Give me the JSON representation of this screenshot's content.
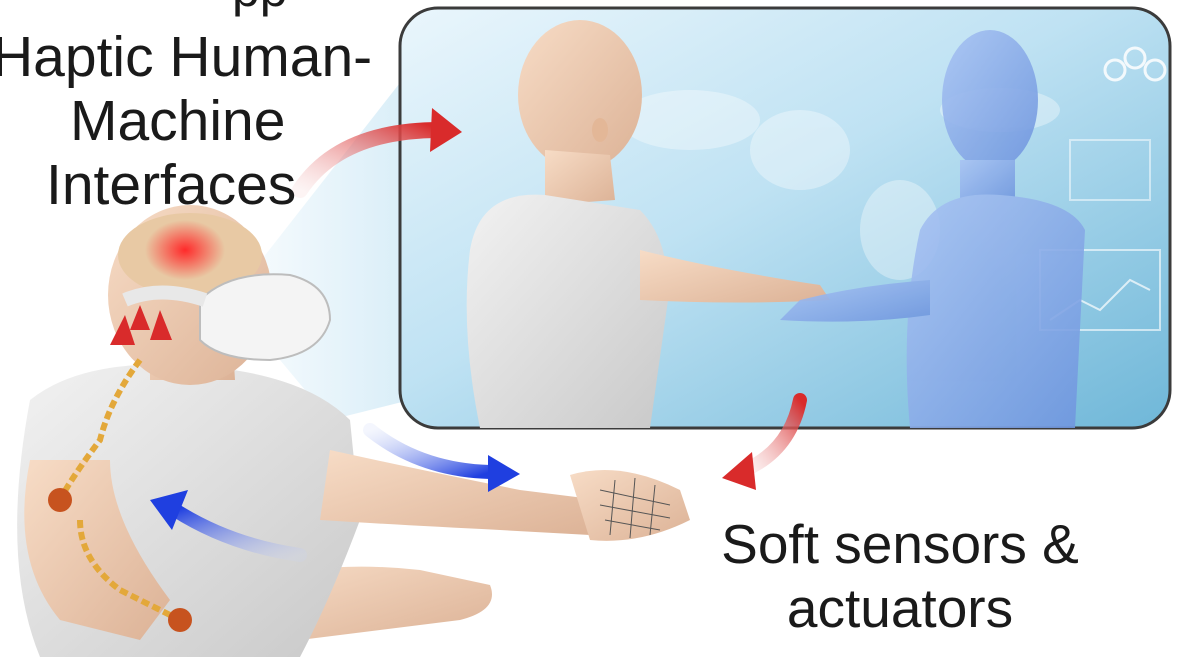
{
  "diagram": {
    "top_cut_text": "pp",
    "title_lines": [
      "Haptic Human-",
      "Machine",
      "Interfaces"
    ],
    "bottom_lines": [
      "Soft sensors &",
      "actuators"
    ]
  }
}
